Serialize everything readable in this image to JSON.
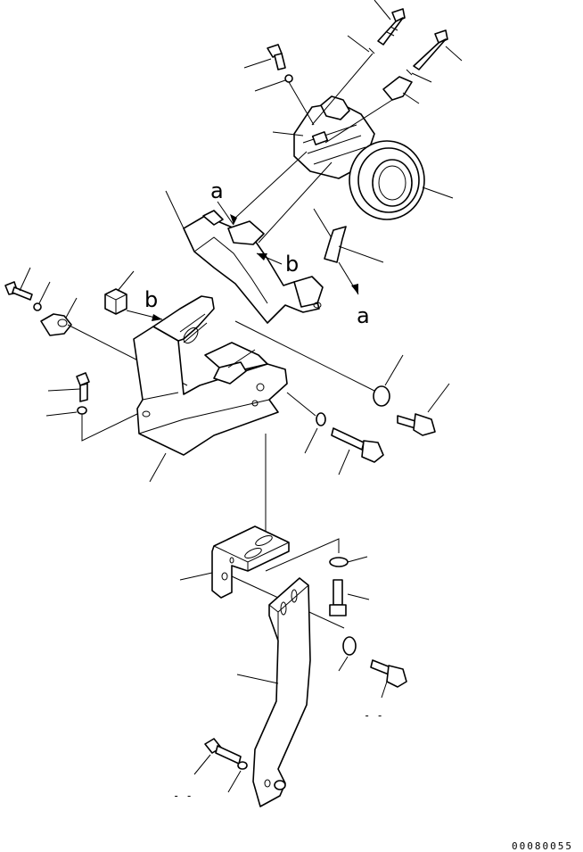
{
  "diagram": {
    "labels": {
      "a_top": "a",
      "b_right": "b",
      "b_left": "b",
      "a_bottom": "a"
    },
    "footer_marks": {
      "mark_1": "- -",
      "mark_2": "- -"
    },
    "drawing_number": "00080055"
  }
}
